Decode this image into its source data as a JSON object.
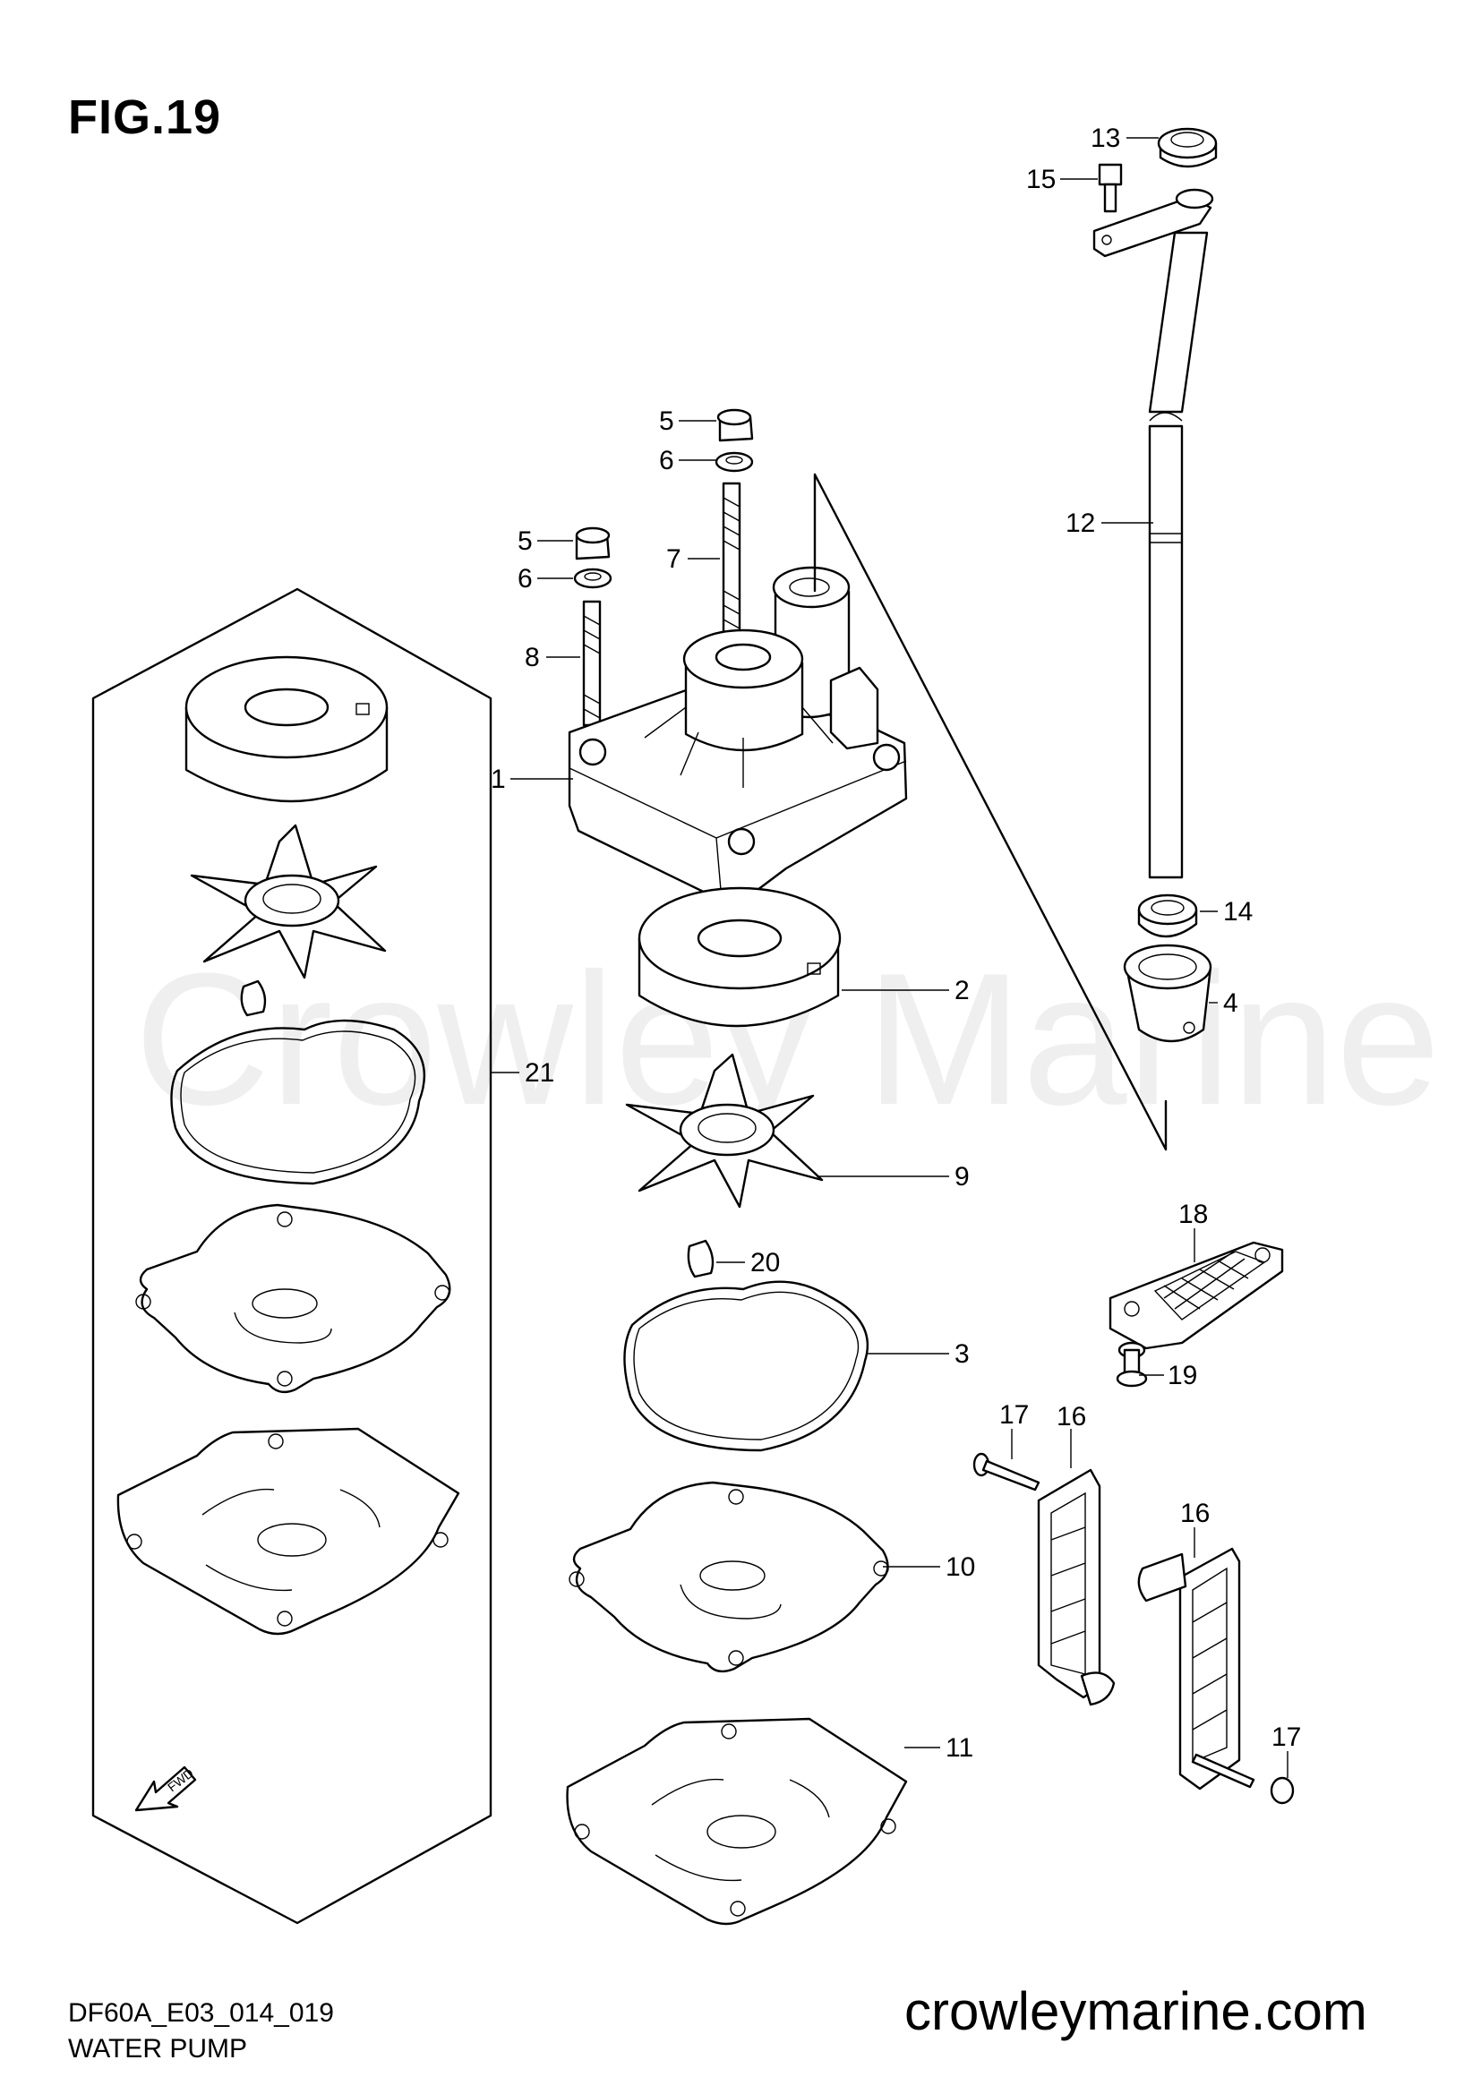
{
  "figure": {
    "title": "FIG.19",
    "model_code": "DF60A_E03_014_019",
    "caption": "WATER PUMP",
    "site": "crowleymarine.com",
    "watermark": "Crowley Marine",
    "fwd_label": "FWD"
  },
  "callouts": [
    {
      "id": "c1",
      "label": "1"
    },
    {
      "id": "c2",
      "label": "2"
    },
    {
      "id": "c3",
      "label": "3"
    },
    {
      "id": "c4",
      "label": "4"
    },
    {
      "id": "c5a",
      "label": "5"
    },
    {
      "id": "c5b",
      "label": "5"
    },
    {
      "id": "c6a",
      "label": "6"
    },
    {
      "id": "c6b",
      "label": "6"
    },
    {
      "id": "c7",
      "label": "7"
    },
    {
      "id": "c8",
      "label": "8"
    },
    {
      "id": "c9",
      "label": "9"
    },
    {
      "id": "c10",
      "label": "10"
    },
    {
      "id": "c11",
      "label": "11"
    },
    {
      "id": "c12",
      "label": "12"
    },
    {
      "id": "c13",
      "label": "13"
    },
    {
      "id": "c14",
      "label": "14"
    },
    {
      "id": "c15",
      "label": "15"
    },
    {
      "id": "c16a",
      "label": "16"
    },
    {
      "id": "c16b",
      "label": "16"
    },
    {
      "id": "c17a",
      "label": "17"
    },
    {
      "id": "c17b",
      "label": "17"
    },
    {
      "id": "c18",
      "label": "18"
    },
    {
      "id": "c19",
      "label": "19"
    },
    {
      "id": "c20",
      "label": "20"
    },
    {
      "id": "c21",
      "label": "21"
    }
  ]
}
